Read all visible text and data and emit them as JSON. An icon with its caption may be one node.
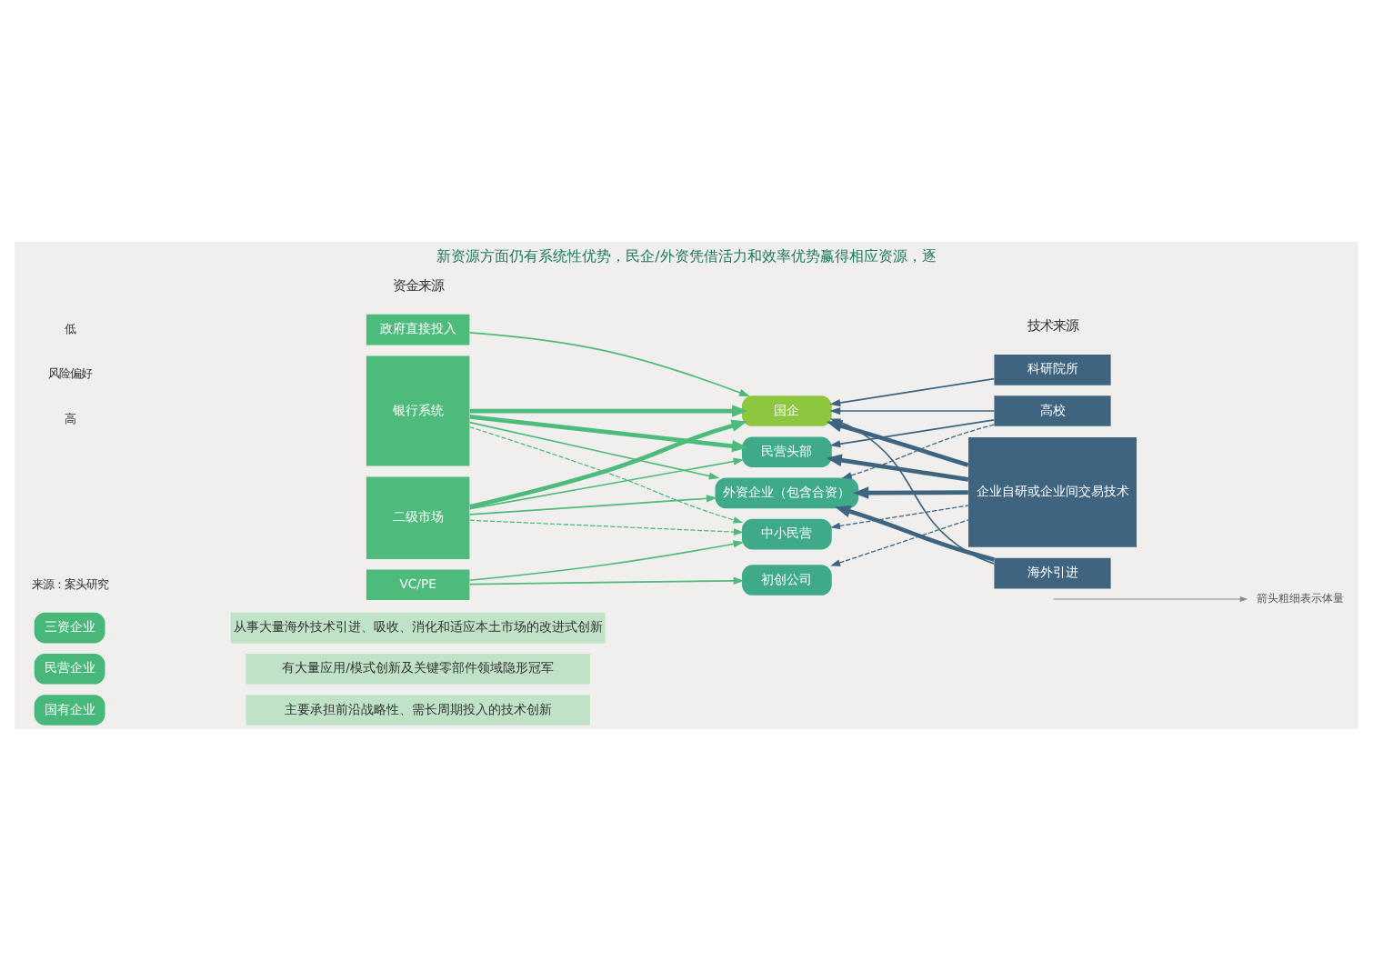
{
  "diagram": {
    "title": "新资源方面仍有系统性优势，民企/外资凭借活力和效率优势赢得相应资源，逐",
    "nodes": [
      {
        "text": [
          "国有企业"
        ]
      },
      {
        "text": [
          "主要承担前沿战略性、需长周期投入的技术创新"
        ]
      },
      {
        "text": [
          "民营企业"
        ]
      },
      {
        "text": [
          "有大量应用/模式创新及关键零部件领域隐形冠军"
        ]
      },
      {
        "text": [
          "三资企业"
        ]
      },
      {
        "text": [
          "从事大量海外技术引进、吸收、消化和适应本土市场的改进式创新"
        ]
      },
      {
        "text": [
          "政府直接投入"
        ]
      },
      {
        "text": [
          "银行系统"
        ]
      },
      {
        "text": [
          "二级市场"
        ]
      },
      {
        "text": [
          "VC/PE"
        ]
      },
      {
        "text": [
          "国企"
        ]
      },
      {
        "text": [
          "民营头部"
        ]
      },
      {
        "text": [
          "外资企业（包含合资）"
        ]
      },
      {
        "text": [
          "中小民营"
        ]
      },
      {
        "text": [
          "初创公司"
        ]
      },
      {
        "text": [
          "科研院所"
        ]
      },
      {
        "text": [
          "高校"
        ]
      },
      {
        "text": [
          "企业自研或企业间交易技术"
        ]
      },
      {
        "text": [
          "海外引进"
        ]
      }
    ],
    "edges": [
      {
        "from": 6,
        "to": 10,
        "arrow": "to",
        "color": "#4cbb7b"
      },
      {
        "from": 7,
        "to": 10,
        "arrow": "to",
        "style": "thick",
        "color": "#4cbb7b"
      },
      {
        "from": 7,
        "to": 11,
        "arrow": "to",
        "style": "thick",
        "color": "#4cbb7b"
      },
      {
        "from": 7,
        "to": 12,
        "arrow": "to",
        "color": "#4cbb7b"
      },
      {
        "from": 7,
        "to": 13,
        "arrow": "to",
        "style": "dashed",
        "color": "#4cbb7b"
      },
      {
        "from": 8,
        "to": 10,
        "arrow": "to",
        "style": "thick",
        "color": "#4cbb7b"
      },
      {
        "from": 8,
        "to": 11,
        "arrow": "to",
        "color": "#4cbb7b"
      },
      {
        "from": 8,
        "to": 12,
        "arrow": "to",
        "color": "#4cbb7b"
      },
      {
        "from": 8,
        "to": 13,
        "arrow": "to",
        "style": "dashed",
        "color": "#4cbb7b"
      },
      {
        "from": 9,
        "to": 13,
        "arrow": "to",
        "color": "#4cbb7b"
      },
      {
        "from": 9,
        "to": 14,
        "arrow": "to",
        "color": "#4cbb7b"
      },
      {
        "from": 15,
        "to": 10,
        "arrow": "to",
        "color": "#3e6480"
      },
      {
        "from": 16,
        "to": 10,
        "arrow": "to",
        "color": "#3e6480"
      },
      {
        "from": 16,
        "to": 11,
        "arrow": "to",
        "color": "#3e6480"
      },
      {
        "from": 16,
        "to": 12,
        "arrow": "to",
        "style": "dashed",
        "color": "#3e6480"
      },
      {
        "from": 17,
        "to": 10,
        "arrow": "to",
        "style": "thick",
        "color": "#3e6480"
      },
      {
        "from": 17,
        "to": 11,
        "arrow": "to",
        "style": "thick",
        "color": "#3e6480"
      },
      {
        "from": 17,
        "to": 12,
        "arrow": "to",
        "style": "thick",
        "color": "#3e6480"
      },
      {
        "from": 17,
        "to": 13,
        "arrow": "to",
        "style": "dashed",
        "color": "#3e6480"
      },
      {
        "from": 17,
        "to": 14,
        "arrow": "to",
        "style": "dashed",
        "color": "#3e6480"
      },
      {
        "from": 18,
        "to": 10,
        "arrow": "to",
        "color": "#3e6480"
      },
      {
        "from": 18,
        "to": 12,
        "arrow": "to",
        "style": "thick",
        "color": "#3e6480"
      }
    ],
    "labels": [
      "资金来源",
      "技术来源",
      "低",
      "风险偏好",
      "高",
      "来源：案头研究"
    ],
    "legend": [
      {
        "text": "箭头粗细表示体量"
      }
    ]
  }
}
